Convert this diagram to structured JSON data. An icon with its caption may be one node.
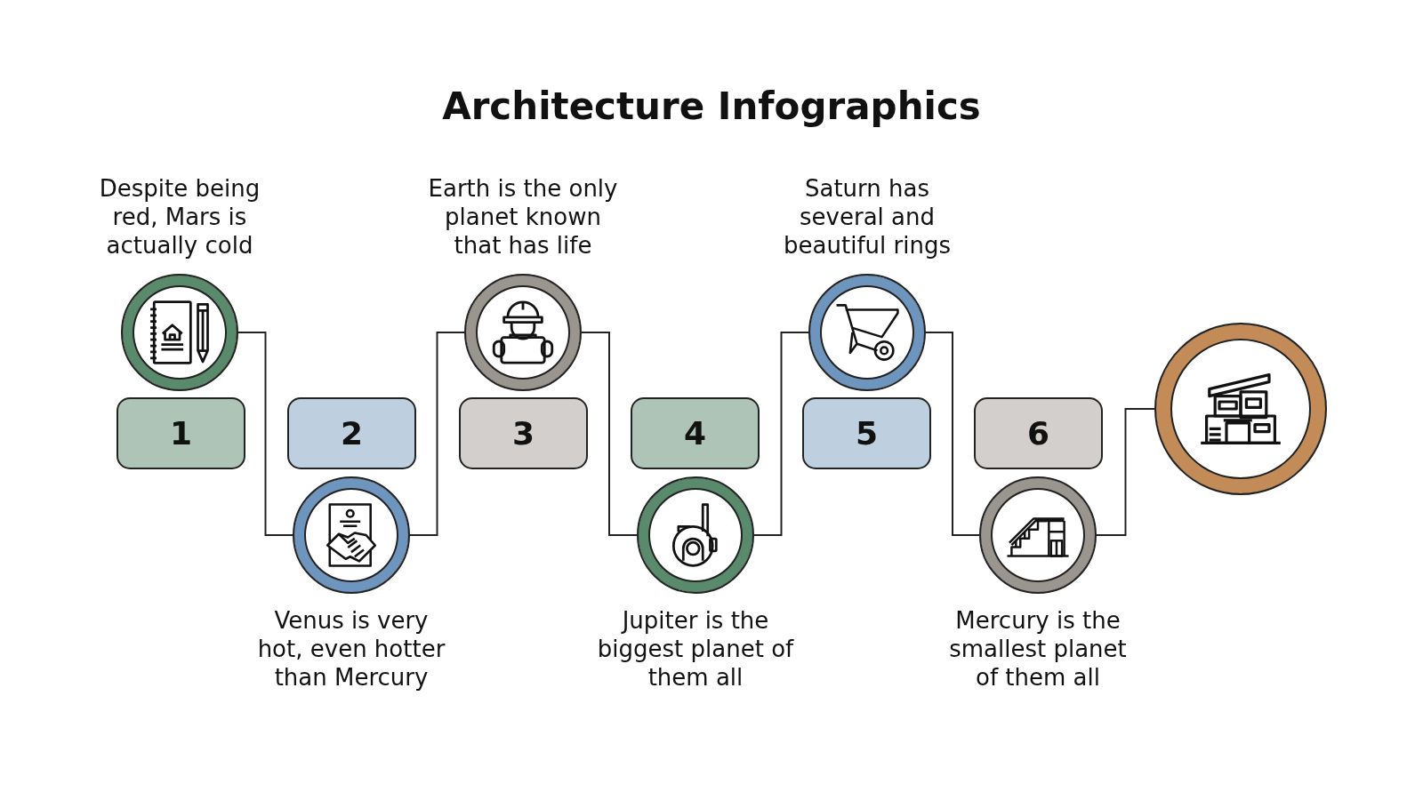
{
  "diagram": {
    "title": "Architecture Infographics",
    "nodes": [
      {
        "text": [],
        "shape": "circle",
        "beside": [
          "Despite being red, Mars is actually cold"
        ]
      },
      {
        "text": [
          "1"
        ]
      },
      {
        "text": [],
        "shape": "circle",
        "beside": [
          "Venus is very hot, even hotter than Mercury"
        ]
      },
      {
        "text": [
          "2"
        ]
      },
      {
        "text": [],
        "shape": "circle",
        "beside": [
          "Earth is the only planet known that has life"
        ]
      },
      {
        "text": [
          "3"
        ]
      },
      {
        "text": [],
        "shape": "circle",
        "beside": [
          "Jupiter is the biggest planet of them all"
        ]
      },
      {
        "text": [
          "4"
        ]
      },
      {
        "text": [],
        "shape": "circle",
        "beside": [
          "Saturn has several and beautiful rings"
        ]
      },
      {
        "text": [
          "5"
        ]
      },
      {
        "text": [],
        "shape": "circle",
        "beside": [
          "Mercury is the smallest planet of them all"
        ]
      },
      {
        "text": [
          "6"
        ]
      },
      {
        "text": [],
        "shape": "circle"
      }
    ],
    "edges": [
      {
        "from": 0,
        "to": 2,
        "arrow": "none"
      },
      {
        "from": 2,
        "to": 4,
        "arrow": "none"
      },
      {
        "from": 4,
        "to": 6,
        "arrow": "none"
      },
      {
        "from": 6,
        "to": 8,
        "arrow": "none"
      },
      {
        "from": 8,
        "to": 10,
        "arrow": "none"
      },
      {
        "from": 10,
        "to": 12,
        "arrow": "none"
      }
    ]
  }
}
